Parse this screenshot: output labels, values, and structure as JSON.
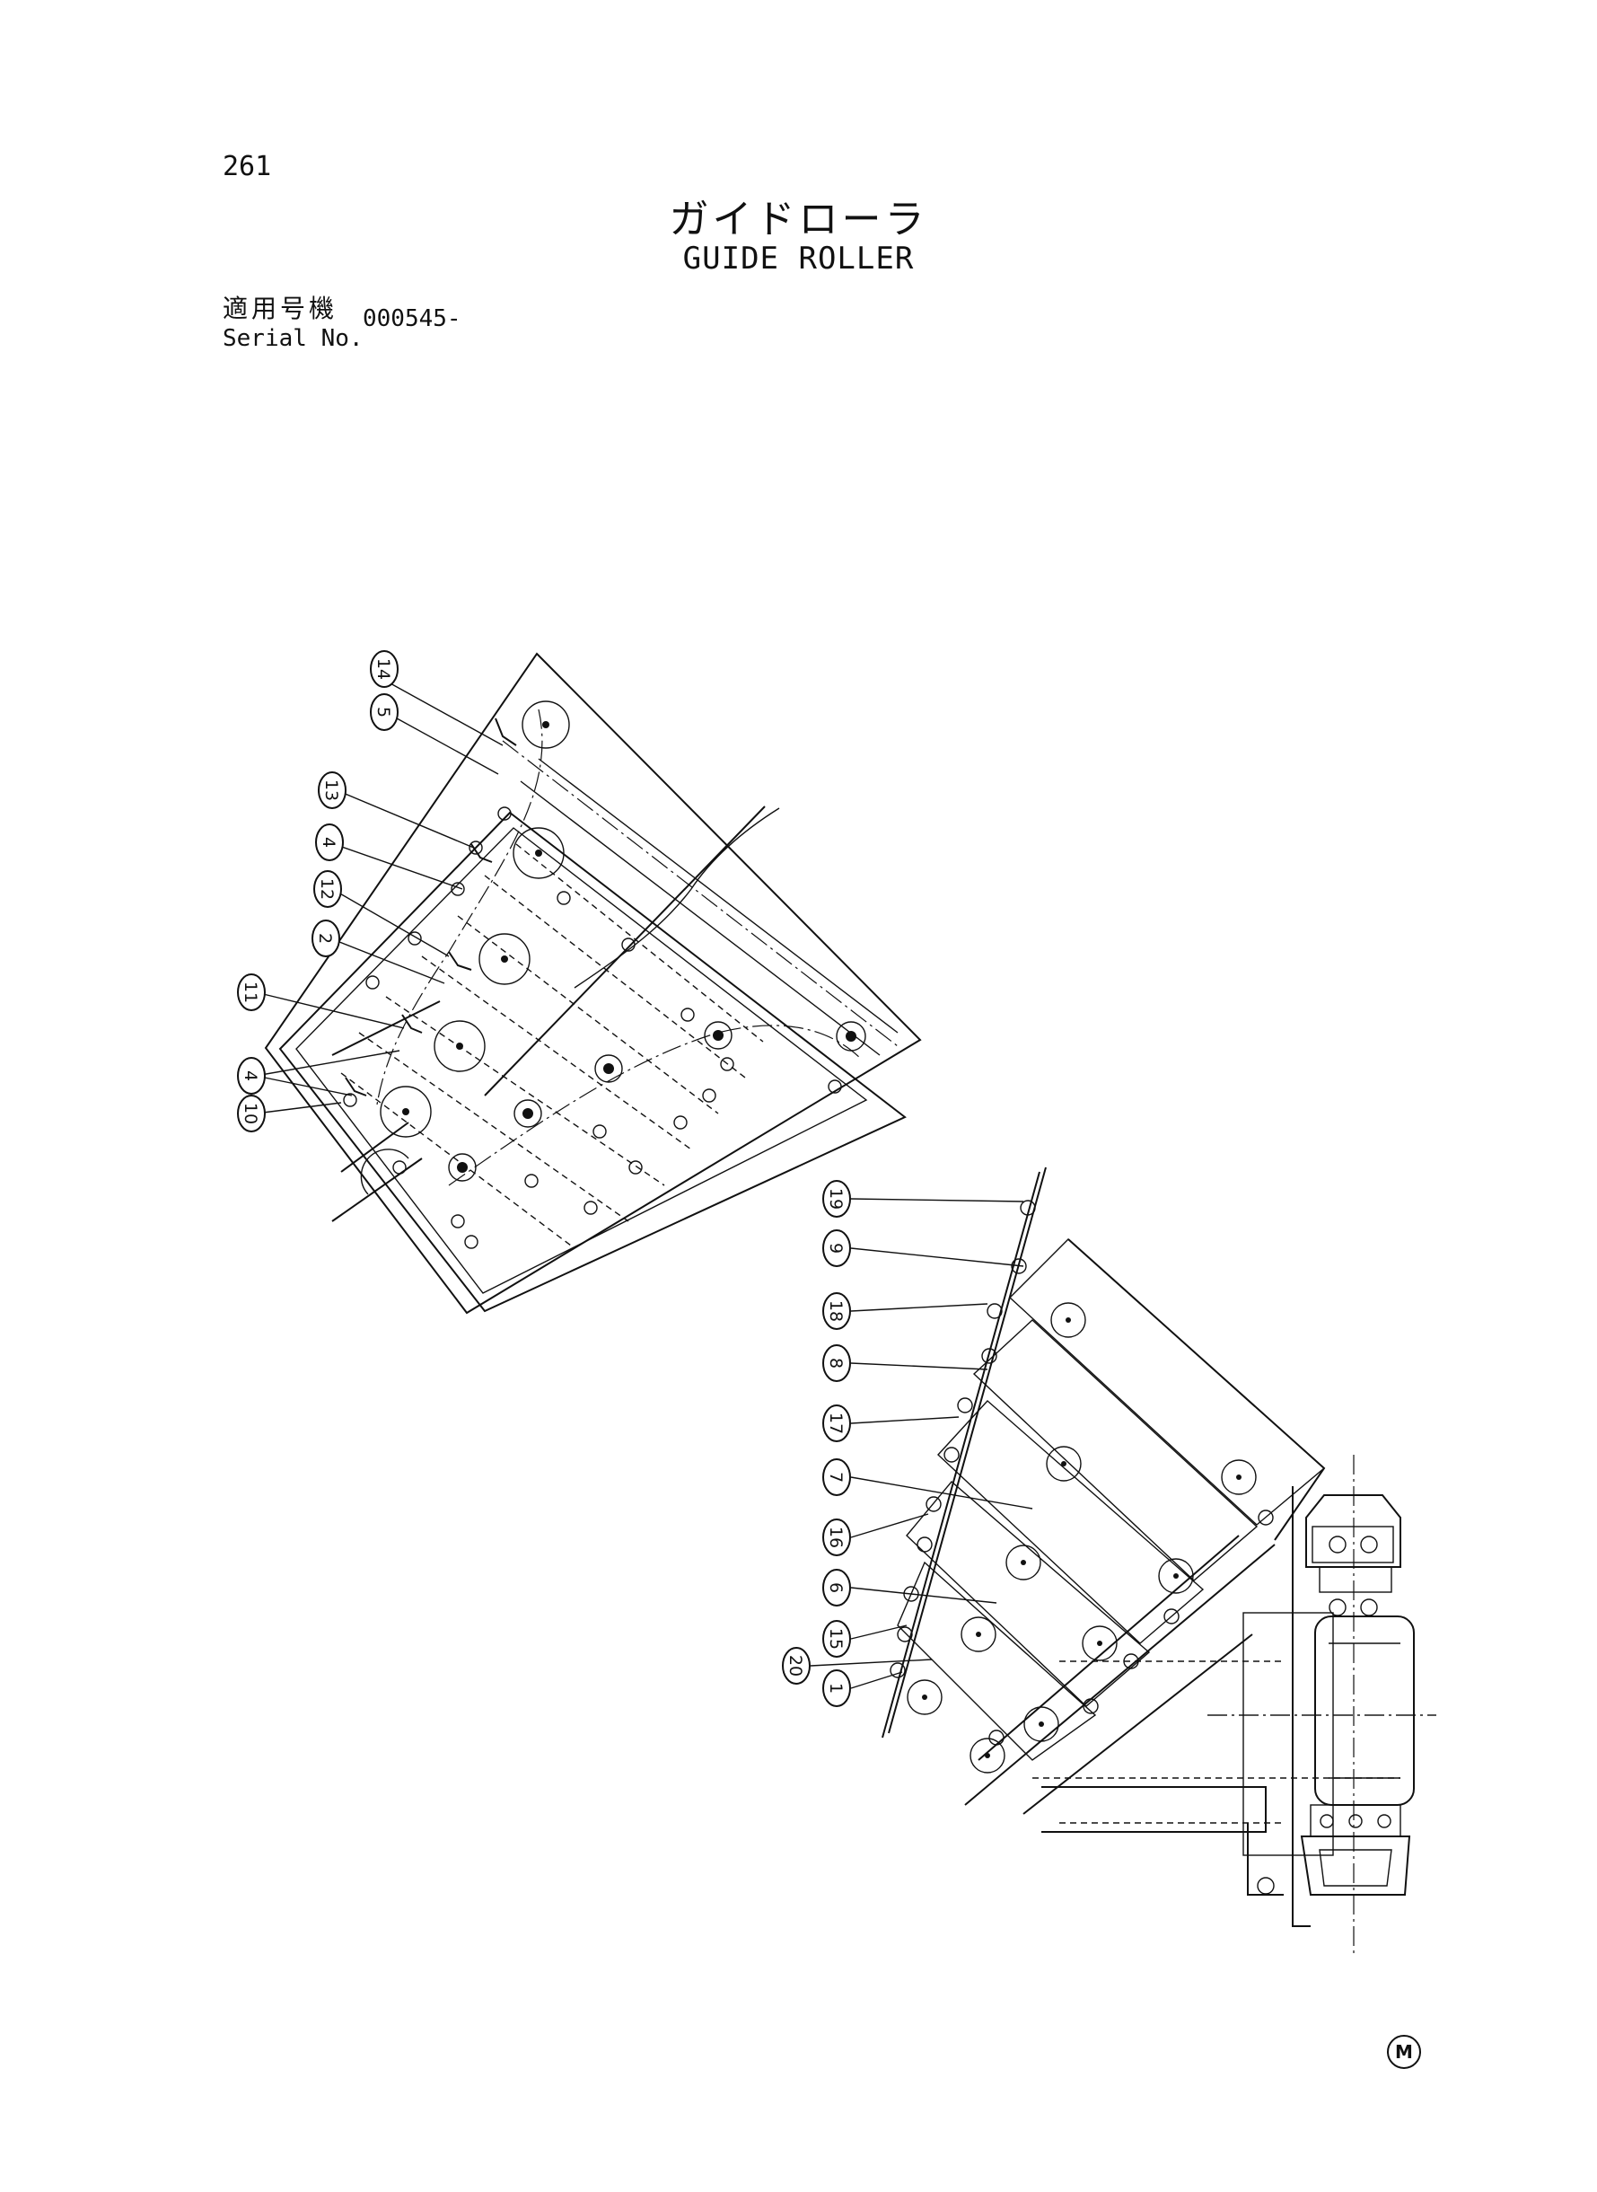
{
  "page": {
    "number": "261",
    "title_jp": "ガイドローラ",
    "title_en": "GUIDE ROLLER",
    "serial_label_jp": "適用号機",
    "serial_label_en": "Serial No.",
    "serial_value": "000545-",
    "corner_mark": "M"
  },
  "callouts": {
    "upper_view": [
      "14",
      "5",
      "13",
      "4",
      "12",
      "2",
      "11",
      "4",
      "10"
    ],
    "lower_view": [
      "19",
      "9",
      "18",
      "8",
      "17",
      "7",
      "16",
      "6",
      "15",
      "20",
      "1"
    ]
  }
}
